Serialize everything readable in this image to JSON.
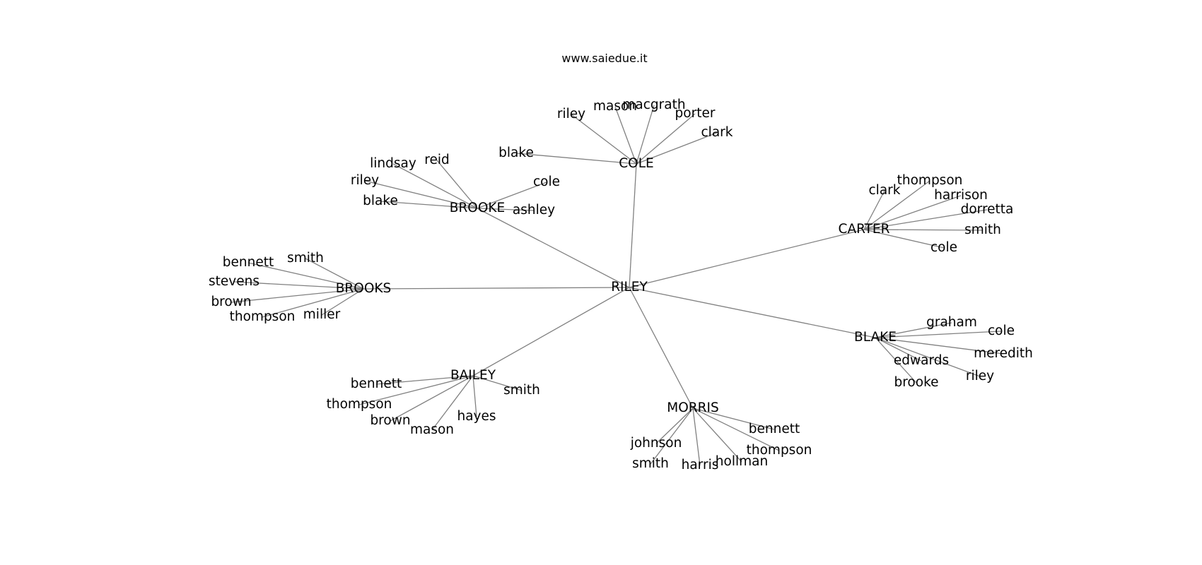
{
  "caption": "www.saiedue.it",
  "colors": {
    "edge": "#808080",
    "text": "#000000",
    "background": "#ffffff"
  },
  "root": {
    "id": "riley-root",
    "label": "RILEY"
  },
  "groups": [
    {
      "id": "cole",
      "label": "COLE",
      "leaves": [
        "riley",
        "mason",
        "macgrath",
        "porter",
        "clark",
        "blake"
      ]
    },
    {
      "id": "brooke",
      "label": "BROOKE",
      "leaves": [
        "lindsay",
        "reid",
        "riley",
        "blake",
        "cole",
        "ashley"
      ]
    },
    {
      "id": "carter",
      "label": "CARTER",
      "leaves": [
        "clark",
        "thompson",
        "harrison",
        "dorretta",
        "smith",
        "cole"
      ]
    },
    {
      "id": "brooks",
      "label": "BROOKS",
      "leaves": [
        "bennett",
        "smith",
        "stevens",
        "brown",
        "thompson",
        "miller"
      ]
    },
    {
      "id": "blake",
      "label": "BLAKE",
      "leaves": [
        "graham",
        "cole",
        "edwards",
        "meredith",
        "riley",
        "brooke"
      ]
    },
    {
      "id": "bailey",
      "label": "BAILEY",
      "leaves": [
        "bennett",
        "smith",
        "thompson",
        "brown",
        "mason",
        "hayes"
      ]
    },
    {
      "id": "morris",
      "label": "MORRIS",
      "leaves": [
        "bennett",
        "johnson",
        "thompson",
        "smith",
        "harris",
        "hollman"
      ]
    }
  ]
}
